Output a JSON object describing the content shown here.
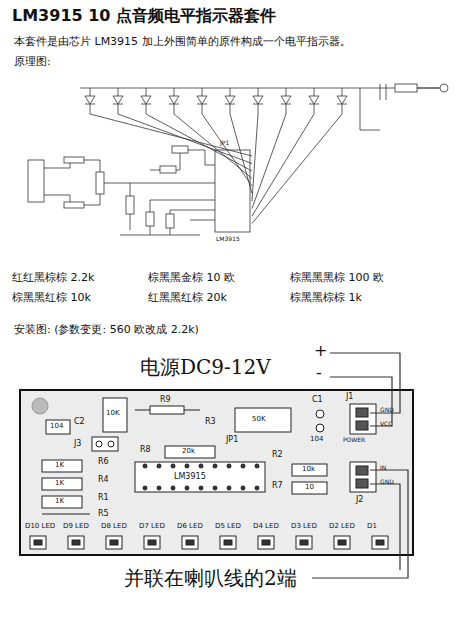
{
  "diagram": {
    "title": "LM3915 10 点音频电平指示器套件",
    "labels": [
      "本套件是由芯片 LM3915 加上外围简单的原件构成一个电平指示器。",
      "原理图:",
      "LM3915",
      "JP1",
      "红红黑棕棕 2.2k",
      "棕黑黑金棕 10 欧",
      "棕黑黑黑棕 100 欧",
      "棕黑黑红棕 10k",
      "红黑黑红棕 20k",
      "棕黑黑棕棕 1k",
      "安装图: (参数变更: 560 欧改成 2.2k)",
      "电源DC9-12V",
      "+",
      "-",
      "C2",
      "104",
      "J3",
      "10K",
      "R9",
      "R3",
      "50K",
      "C1",
      "104",
      "J1",
      "GND",
      "VCC",
      "POWER",
      "JP1",
      "R6",
      "R4",
      "R1",
      "R5",
      "1K",
      "1K",
      "1K",
      "R8",
      "20k",
      "LM3915",
      "R2",
      "10k",
      "R7",
      "10",
      "J2",
      "IN",
      "GND",
      "D10 LED",
      "D9 LED",
      "D8 LED",
      "D7 LED",
      "D6 LED",
      "D5 LED",
      "D4 LED",
      "D3 LED",
      "D2 LED",
      "D1",
      "并联在喇叭线的2端"
    ]
  }
}
